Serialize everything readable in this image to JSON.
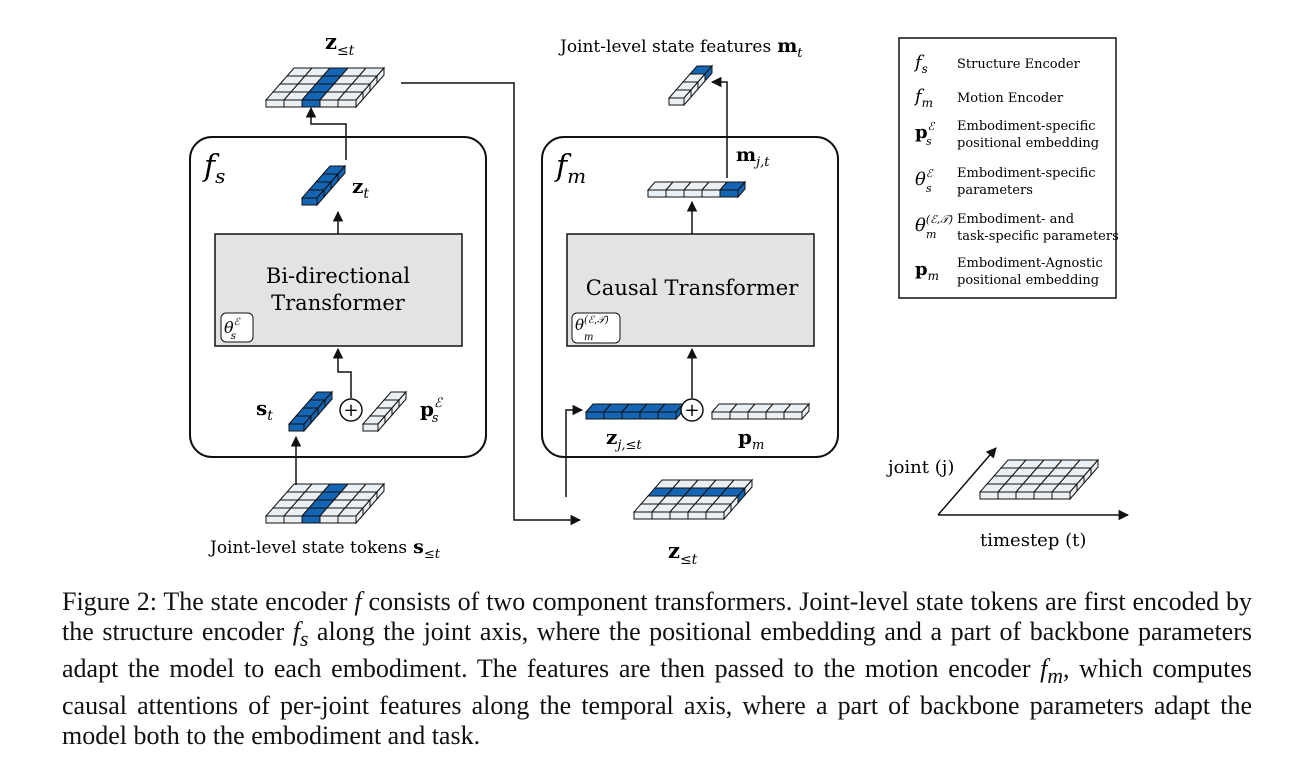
{
  "left_module": {
    "name": "f",
    "name_sub": "s",
    "transformer_line1": "Bi-directional",
    "transformer_line2": "Transformer",
    "param_tag": "θ",
    "param_sup": "ℰ",
    "param_sub": "s",
    "output_label": "z",
    "output_sub": "t",
    "input_label": "s",
    "input_sub": "t",
    "pos_label": "p",
    "pos_sup": "ℰ",
    "pos_sub": "s",
    "top_grid_label": "z",
    "top_grid_sub": "≤t",
    "bottom_grid_caption": "Joint-level state tokens",
    "bottom_grid_math": "s",
    "bottom_grid_sub": "≤t"
  },
  "right_module": {
    "name": "f",
    "name_sub": "m",
    "transformer_label": "Causal Transformer",
    "param_tag": "θ",
    "param_sup": "(ℰ,𝒯)",
    "param_sub": "m",
    "output_label": "m",
    "output_sub": "j,t",
    "input_label": "z",
    "input_sub": "j,≤t",
    "pos_label": "p",
    "pos_sub": "m",
    "top_caption": "Joint-level state features",
    "top_math": "m",
    "top_sub": "t",
    "bottom_grid_label": "z",
    "bottom_grid_sub": "≤t"
  },
  "legend": [
    {
      "sym": "f",
      "sub": "s",
      "sup": "",
      "text1": "Structure Encoder",
      "text2": ""
    },
    {
      "sym": "f",
      "sub": "m",
      "sup": "",
      "text1": "Motion Encoder",
      "text2": ""
    },
    {
      "sym": "p",
      "sub": "s",
      "sup": "ℰ",
      "text1": "Embodiment-specific",
      "text2": "positional embedding"
    },
    {
      "sym": "θ",
      "sub": "s",
      "sup": "ℰ",
      "text1": "Embodiment-specific",
      "text2": "parameters"
    },
    {
      "sym": "θ",
      "sub": "m",
      "sup": "(ℰ,𝒯)",
      "text1": "Embodiment- and",
      "text2": "task-specific parameters"
    },
    {
      "sym": "p",
      "sub": "m",
      "sup": "",
      "text1": "Embodiment-Agnostic",
      "text2": "positional embedding"
    }
  ],
  "axes_legend": {
    "joint_label": "joint (j)",
    "timestep_label": "timestep (t)"
  },
  "caption": {
    "p1": "Figure 2: The state encoder ",
    "m1": "f",
    "p2": " consists of two component transformers. Joint-level state tokens are first encoded by the structure encoder ",
    "m2": "f",
    "m2sub": "s",
    "p3": " along the joint axis, where the positional embedding and a part of backbone parameters adapt the model to each embodiment. The features are then passed to the motion encoder ",
    "m3": "f",
    "m3sub": "m",
    "p4": ", which computes causal attentions of per-joint features along the temporal axis, where a part of backbone parameters adapt the model both to the embodiment and task."
  },
  "colors": {
    "highlight": "#1565b5",
    "cell": "#eaf0f3",
    "box_fill": "#e3e3e3",
    "stroke": "#111111"
  }
}
